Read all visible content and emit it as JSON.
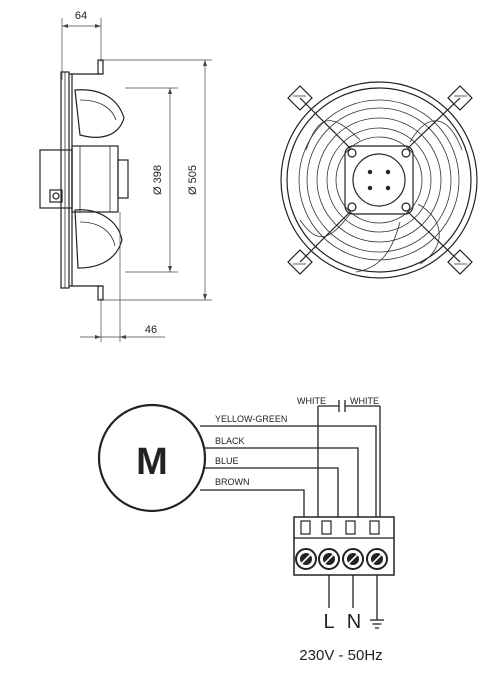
{
  "dimensions": {
    "depth_top": "64",
    "depth_bottom": "46",
    "inner_diameter": "Ø 398",
    "outer_diameter": "Ø 505"
  },
  "motor": {
    "symbol": "M"
  },
  "wires": {
    "yellow_green": "YELLOW-GREEN",
    "black": "BLACK",
    "blue": "BLUE",
    "brown": "BROWN",
    "white_left": "WHITE",
    "white_right": "WHITE"
  },
  "terminals": {
    "line": "L",
    "neutral": "N",
    "earth_symbol": "⏚"
  },
  "supply": {
    "voltage": "230V - 50Hz"
  }
}
